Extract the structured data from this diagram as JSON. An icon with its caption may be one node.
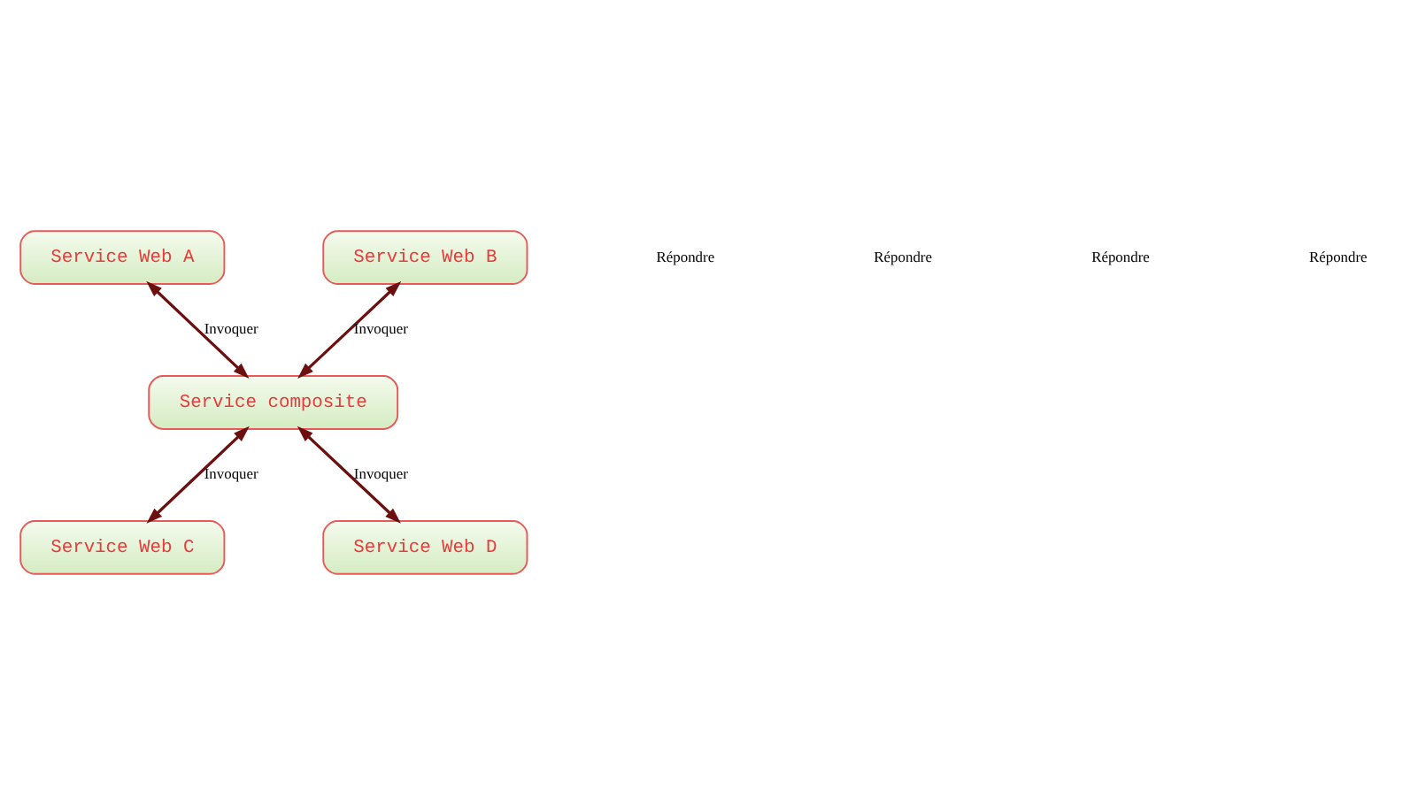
{
  "diagram": {
    "nodes": [
      {
        "text": [
          "Service Web A"
        ]
      },
      {
        "text": [
          "Service Web B"
        ]
      },
      {
        "text": [
          "Service composite"
        ]
      },
      {
        "text": [
          "Service Web C"
        ]
      },
      {
        "text": [
          "Service Web D"
        ]
      }
    ],
    "edges": [
      {
        "from": 0,
        "to": 2,
        "arrow": "both",
        "label": "Invoquer"
      },
      {
        "from": 1,
        "to": 2,
        "arrow": "both",
        "label": "Invoquer"
      },
      {
        "from": 2,
        "to": 3,
        "arrow": "both",
        "label": "Invoquer"
      },
      {
        "from": 2,
        "to": 4,
        "arrow": "both",
        "label": "Invoquer"
      }
    ],
    "labels": [
      "Répondre",
      "Répondre",
      "Répondre",
      "Répondre"
    ]
  }
}
